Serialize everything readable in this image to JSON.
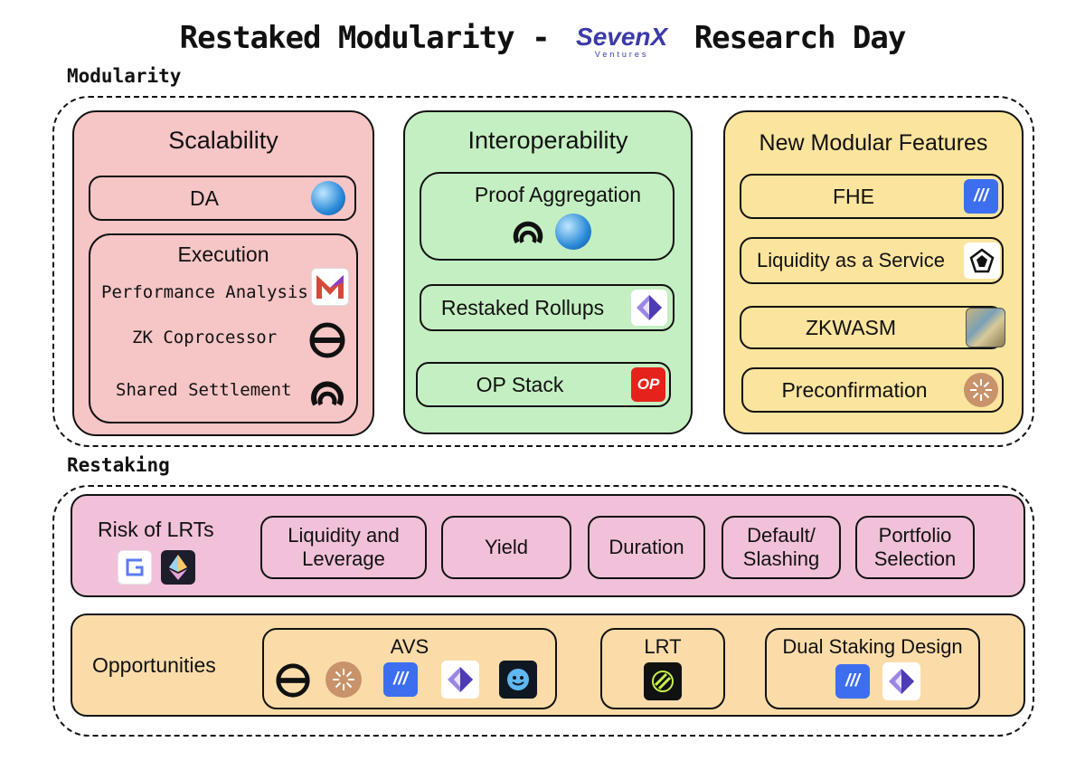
{
  "title": {
    "left": "Restaked Modularity -",
    "logo_brand": "SevenX",
    "logo_sub": "Ventures",
    "right": "Research Day"
  },
  "modularity": {
    "label": "Modularity",
    "scalability": {
      "title": "Scalability",
      "da": "DA",
      "execution": {
        "title": "Execution",
        "items": [
          "Performance Analysis",
          "ZK Coprocessor",
          "Shared Settlement"
        ]
      }
    },
    "interoperability": {
      "title": "Interoperability",
      "items": [
        "Proof Aggregation",
        "Restaked Rollups",
        "OP Stack"
      ],
      "op_badge": "OP"
    },
    "new_features": {
      "title": "New Modular Features",
      "items": [
        "FHE",
        "Liquidity as a Service",
        "ZKWASM",
        "Preconfirmation"
      ]
    }
  },
  "restaking": {
    "label": "Restaking",
    "risk": {
      "title": "Risk of LRTs",
      "items": [
        {
          "line1": "Liquidity and",
          "line2": "Leverage"
        },
        {
          "line1": "Yield",
          "line2": ""
        },
        {
          "line1": "Duration",
          "line2": ""
        },
        {
          "line1": "Default/",
          "line2": "Slashing"
        },
        {
          "line1": "Portfolio",
          "line2": "Selection"
        }
      ]
    },
    "opportunities": {
      "title": "Opportunities",
      "avs": "AVS",
      "lrt": "LRT",
      "dual": "Dual Staking Design"
    }
  },
  "colors": {
    "scalability_bg": "#f6c5c6",
    "interop_bg": "#c4efc2",
    "features_bg": "#fbe49d",
    "risk_bg": "#f1c1d9",
    "opp_bg": "#fbdca9",
    "sevenx_brand": "#3b3aa8",
    "blue_badge": "#3d6ef0",
    "op_red": "#e5231c"
  },
  "icons": {
    "da": "blue-swirl-icon",
    "performance_analysis": "m-logo-icon",
    "zk_coprocessor": "crossed-circle-icon",
    "shared_settlement": "arch-ring-icon",
    "proof_aggregation": [
      "arch-ring-icon",
      "blue-swirl-icon"
    ],
    "restaked_rollups": "purple-diamond-icon",
    "op_stack": "op-logo-icon",
    "fhe": "triple-slash-icon",
    "liquidity_as_a_service": "pentagon-logo-icon",
    "zkwasm": "artwork-thumbnail-icon",
    "preconfirmation": "sunburst-icon",
    "risk": [
      "g-logo-icon",
      "ethereum-icon"
    ],
    "avs": [
      "crossed-circle-icon",
      "sunburst-icon",
      "triple-slash-icon",
      "purple-diamond-icon",
      "smiley-logo-icon"
    ],
    "lrt": "green-stripe-icon",
    "dual": [
      "triple-slash-icon",
      "purple-diamond-icon"
    ]
  }
}
